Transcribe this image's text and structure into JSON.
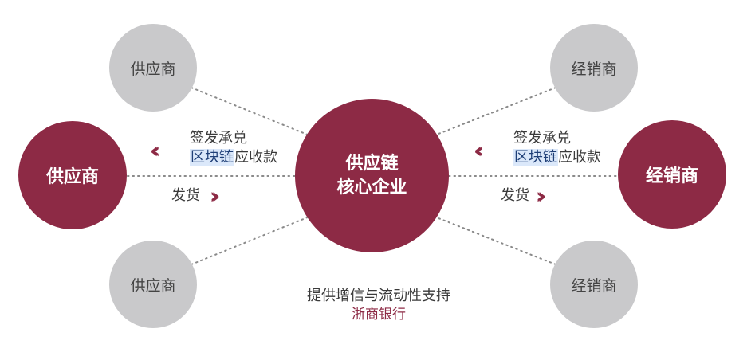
{
  "diagram": {
    "core": {
      "line1": "供应链",
      "line2": "核心企业"
    },
    "supplier_top": "供应商",
    "supplier_main": "供应商",
    "supplier_bottom": "供应商",
    "distributor_top": "经销商",
    "distributor_main": "经销商",
    "distributor_bottom": "经销商",
    "left_flow": {
      "issue_label": "签发承兑",
      "blockchain": "区块链",
      "receivable": "应收款",
      "ship_label": "发货",
      "back_arrows": "‹‹",
      "forward_arrows": "››"
    },
    "right_flow": {
      "issue_label": "签发承兑",
      "blockchain": "区块链",
      "receivable": "应收款",
      "ship_label": "发货",
      "back_arrows": "‹‹",
      "forward_arrows": "››"
    },
    "caption": {
      "main": "提供增信与流动性支持",
      "bank": "浙商银行"
    },
    "colors": {
      "accent": "#8d2a45",
      "node_grey": "#c9c9cb",
      "highlight": "#dbe8fa",
      "dots": "#8a8a8a"
    }
  }
}
